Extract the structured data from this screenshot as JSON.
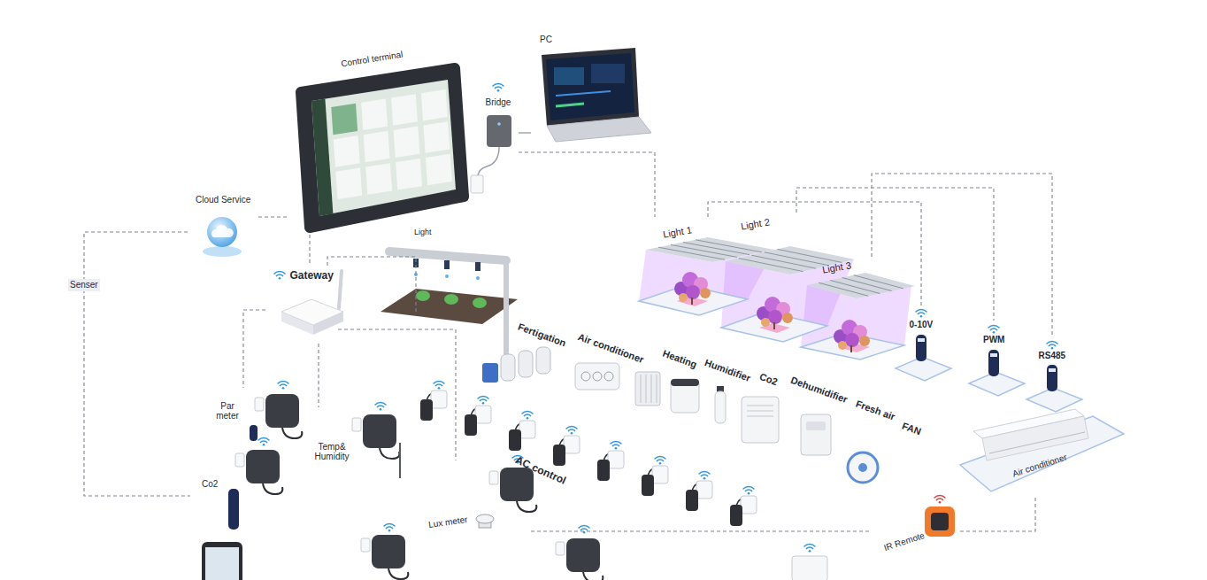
{
  "diagram": {
    "nodes": [
      {
        "text": [
          "Cloud Service"
        ]
      },
      {
        "text": [
          "Control terminal"
        ]
      },
      {
        "text": [
          "Bridge"
        ]
      },
      {
        "text": [
          "PC"
        ]
      },
      {
        "text": [
          "Gateway"
        ]
      },
      {
        "text": [
          "AC control"
        ]
      },
      {
        "text": [
          "Fertigation"
        ],
        "in": 5
      },
      {
        "text": [
          "Air conditioner"
        ],
        "in": 5
      },
      {
        "text": [
          "Heating"
        ],
        "in": 5
      },
      {
        "text": [
          "Humidifier"
        ],
        "in": 5
      },
      {
        "text": [
          "Co2"
        ],
        "in": 5
      },
      {
        "text": [
          "Dehumidifier"
        ],
        "in": 5
      },
      {
        "text": [
          "Fresh air"
        ],
        "in": 5
      },
      {
        "text": [
          "FAN"
        ],
        "in": 5
      },
      {
        "text": [
          "Light 1"
        ]
      },
      {
        "text": [
          "Light 2"
        ]
      },
      {
        "text": [
          "Light 3"
        ]
      },
      {
        "text": [
          "0-10V"
        ]
      },
      {
        "text": [
          "PWM"
        ]
      },
      {
        "text": [
          "RS485"
        ]
      },
      {
        "text": [
          "Par meter"
        ]
      },
      {
        "text": [
          "Temp& Humidity"
        ]
      },
      {
        "text": [
          "Co2"
        ]
      },
      {
        "text": [
          "Lux meter"
        ]
      },
      {
        "text": [
          "IR Remote"
        ]
      },
      {
        "text": [
          "Air conditioner"
        ]
      }
    ],
    "edges": [
      {
        "from": 0,
        "to": 1,
        "arrow": "none"
      },
      {
        "from": 1,
        "to": 4,
        "arrow": "none"
      },
      {
        "from": 2,
        "to": 3,
        "arrow": "none"
      },
      {
        "from": 2,
        "to": 14,
        "arrow": "none"
      },
      {
        "from": 14,
        "to": 17,
        "arrow": "none"
      },
      {
        "from": 15,
        "to": 18,
        "arrow": "none"
      },
      {
        "from": 16,
        "to": 19,
        "arrow": "none"
      },
      {
        "from": 4,
        "to": 5,
        "arrow": "none"
      },
      {
        "from": 4,
        "to": 20,
        "arrow": "none"
      },
      {
        "from": 4,
        "to": 21,
        "arrow": "none"
      },
      {
        "from": 4,
        "to": 23,
        "arrow": "none"
      },
      {
        "from": 0,
        "to": 22,
        "label": "Senser",
        "arrow": "none"
      },
      {
        "from": 23,
        "to": 24,
        "arrow": "none"
      },
      {
        "from": 24,
        "to": 25,
        "arrow": "none"
      }
    ],
    "labels": [
      "Light"
    ]
  }
}
